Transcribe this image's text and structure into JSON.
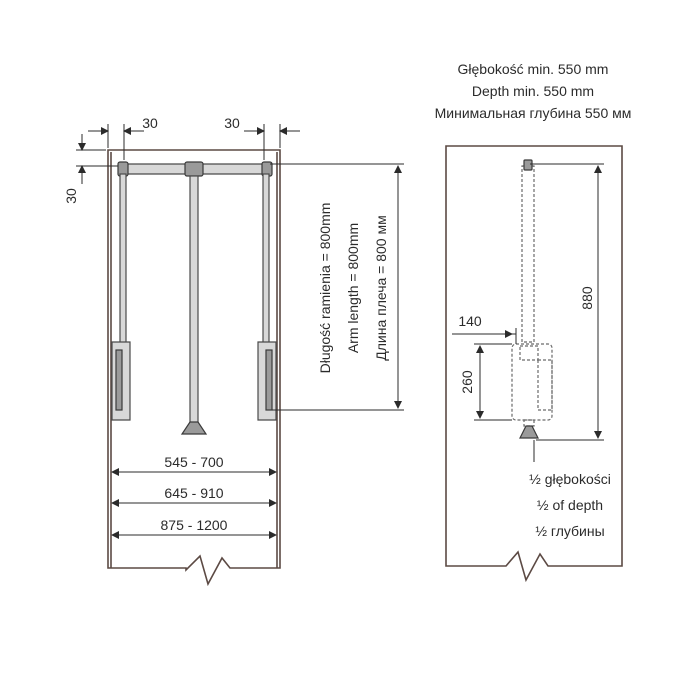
{
  "front_view": {
    "offset_left": "30",
    "offset_right": "30",
    "offset_top": "30",
    "arm_length_pl": "Długość ramienia = 800mm",
    "arm_length_en": "Arm length = 800mm",
    "arm_length_ru": "Длина плеча = 800 мм",
    "width_range_1": "545 - 700",
    "width_range_2": "645 - 910",
    "width_range_3": "875 - 1200"
  },
  "side_view": {
    "depth_pl": "Głębokość min. 550 mm",
    "depth_en": "Depth min. 550 mm",
    "depth_ru": "Минимальная глубина 550 мм",
    "height_880": "880",
    "width_140": "140",
    "height_260": "260",
    "half_depth_pl": "½ głębokości",
    "half_depth_en": "½ of depth",
    "half_depth_ru": "½ глубины"
  },
  "colors": {
    "cabinet_outline": "#5c4a44",
    "lines": "#2b2b2b"
  }
}
